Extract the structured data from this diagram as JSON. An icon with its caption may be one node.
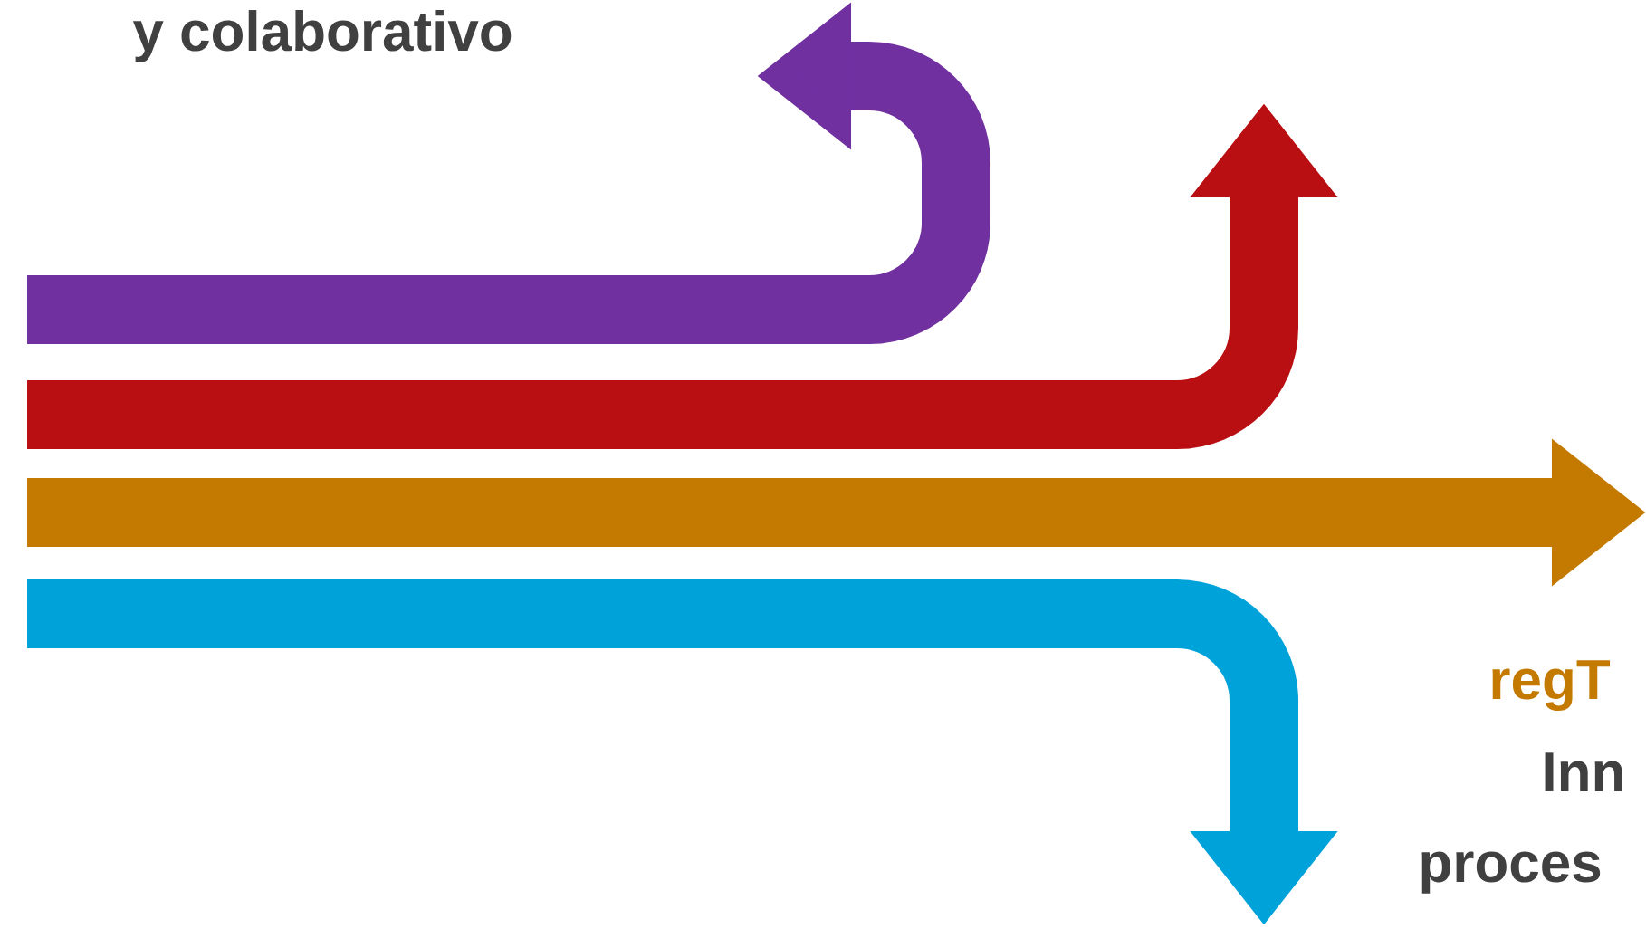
{
  "diagram": {
    "labels": [
      "y colaborativo",
      "regT",
      "Inn",
      "proces"
    ]
  }
}
